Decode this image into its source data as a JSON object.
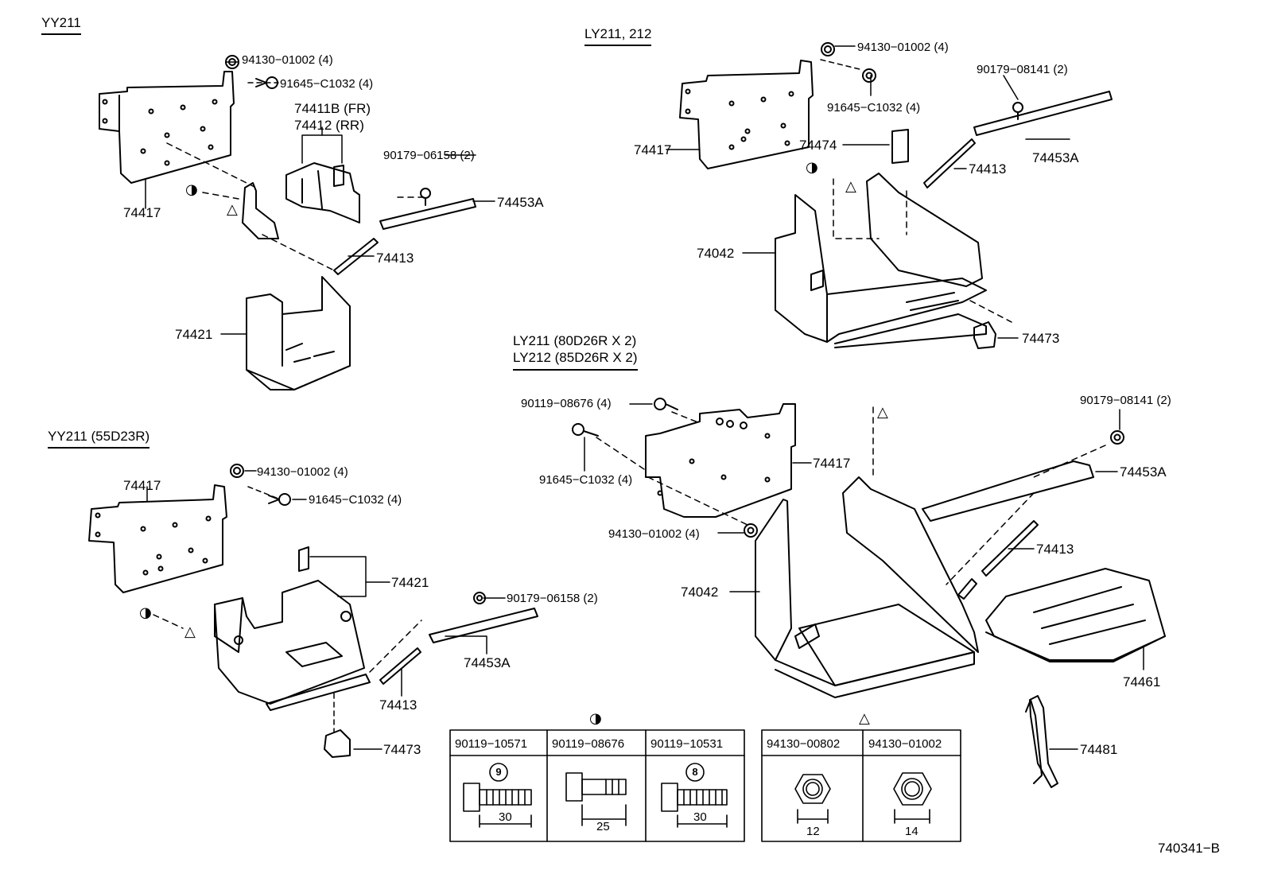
{
  "sections": {
    "yy211": "YY211",
    "ly211_212": "LY211, 212",
    "ly_pair_1": "LY211 (80D26R  X  2)",
    "ly_pair_2": "LY212 (85D26R  X  2)",
    "yy211_55": "YY211 (55D23R)"
  },
  "symbols": {
    "half_circle": "◑",
    "triangle": "△"
  },
  "labels": {
    "q1_nut": "94130−01002 (4)",
    "q1_bolt": "91645−C1032 (4)",
    "q1_bracket_fr": "74411B (FR)",
    "q1_bracket_rr": "74412   (RR)",
    "q1_clamp_nut": "90179−06158 (2)",
    "q1_clamp": "74453A",
    "q1_rod": "74413",
    "q1_plate": "74417",
    "q1_tray": "74421",
    "q2_nut": "94130−01002 (4)",
    "q2_bolt": "91645−C1032 (4)",
    "q2_clamp_nut": "90179−08141 (2)",
    "q2_plate": "74417",
    "q2_pad": "74474",
    "q2_rod": "74413",
    "q2_clamp": "74453A",
    "q2_carrier": "74042",
    "q2_stopper": "74473",
    "q3_nut": "94130−01002 (4)",
    "q3_bolt": "91645−C1032 (4)",
    "q3_plate": "74417",
    "q3_tray": "74421",
    "q3_clamp_nut": "90179−06158 (2)",
    "q3_clamp": "74453A",
    "q3_rod": "74413",
    "q3_stopper": "74473",
    "q4_bolt_a": "90119−08676 (4)",
    "q4_bolt_b": "91645−C1032 (4)",
    "q4_nut": "94130−01002 (4)",
    "q4_plate": "74417",
    "q4_carrier": "74042",
    "q4_clamp_nut": "90179−08141 (2)",
    "q4_clamp": "74453A",
    "q4_rod": "74413",
    "q4_cover": "74461",
    "q4_hook": "74481",
    "diagram_code": "740341−B"
  },
  "bolt_table": {
    "symbol": "◑",
    "parts": [
      {
        "part": "90119−10571",
        "mark": "9",
        "length": "30"
      },
      {
        "part": "90119−08676",
        "mark": "",
        "length": "25"
      },
      {
        "part": "90119−10531",
        "mark": "8",
        "length": "30"
      }
    ]
  },
  "nut_table": {
    "symbol": "△",
    "parts": [
      {
        "part": "94130−00802",
        "size": "12"
      },
      {
        "part": "94130−01002",
        "size": "14"
      }
    ]
  }
}
